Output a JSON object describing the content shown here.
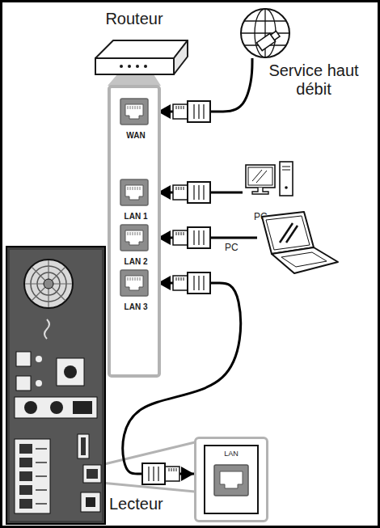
{
  "diagram": {
    "nodes": [
      {
        "text": [
          "Routeur"
        ]
      },
      {
        "text": [
          "WAN"
        ],
        "in": 0
      },
      {
        "text": [
          "LAN 1"
        ],
        "in": 0
      },
      {
        "text": [
          "LAN 2"
        ],
        "in": 0
      },
      {
        "text": [
          "LAN 3"
        ],
        "in": 0
      },
      {
        "text": [
          "Service haut débit"
        ]
      },
      {
        "text": [
          "PC"
        ]
      },
      {
        "text": [
          "PC"
        ]
      },
      {
        "text": [
          "Lecteur"
        ]
      },
      {
        "text": [
          "LAN"
        ]
      }
    ],
    "edges": [
      {
        "from": 5,
        "to": 1,
        "arrow": "to"
      },
      {
        "from": 6,
        "to": 2,
        "arrow": "to"
      },
      {
        "from": 7,
        "to": 3,
        "arrow": "to"
      },
      {
        "from": 4,
        "to": 9,
        "arrow": "both"
      }
    ]
  }
}
